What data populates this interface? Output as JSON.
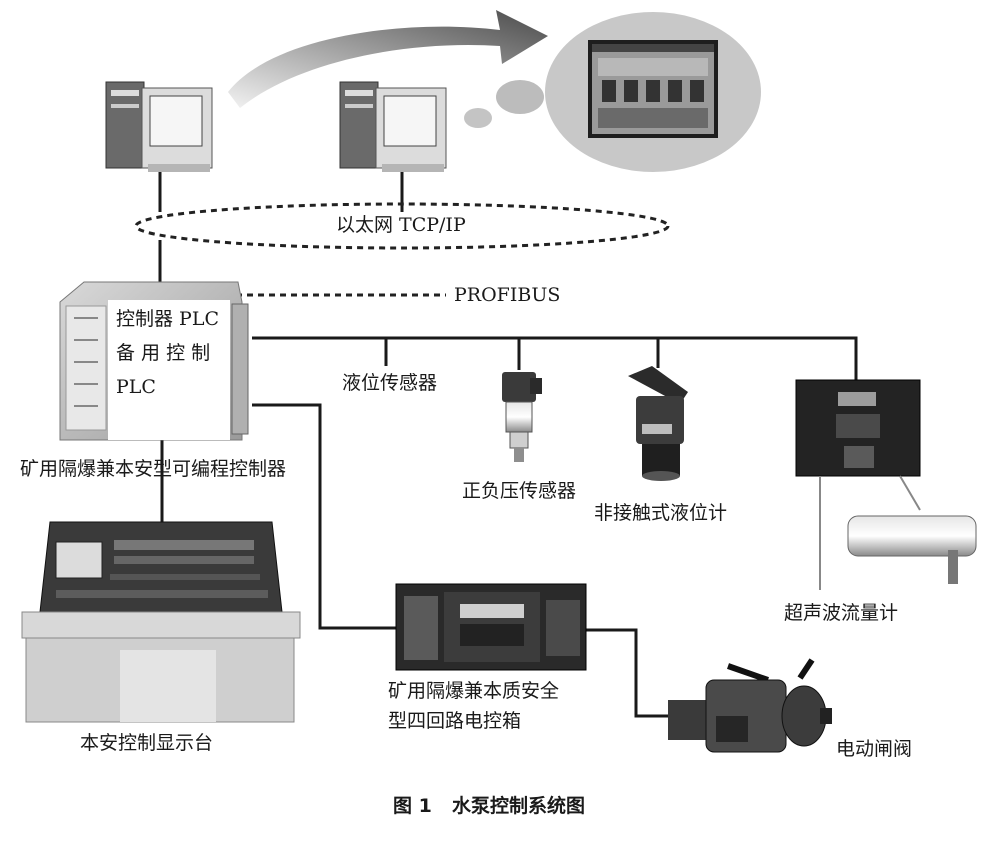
{
  "labels": {
    "ethernet": "以太网 TCP/IP",
    "profibus": "PROFIBUS",
    "plc_line1": "控制器 PLC",
    "plc_line2": "备 用 控 制",
    "plc_line3": "PLC",
    "plc_caption": "矿用隔爆兼本安型可编程控制器",
    "level_sensor": "液位传感器",
    "pressure_sensor": "正负压传感器",
    "noncontact_level": "非接触式液位计",
    "ultrasonic_flow": "超声波流量计",
    "display_console": "本安控制显示台",
    "control_box_line1": "矿用隔爆兼本质安全",
    "control_box_line2": "型四回路电控箱",
    "electric_valve": "电动闸阀"
  },
  "caption": {
    "figure_no": "图 1",
    "title": "水泵控制系统图"
  }
}
